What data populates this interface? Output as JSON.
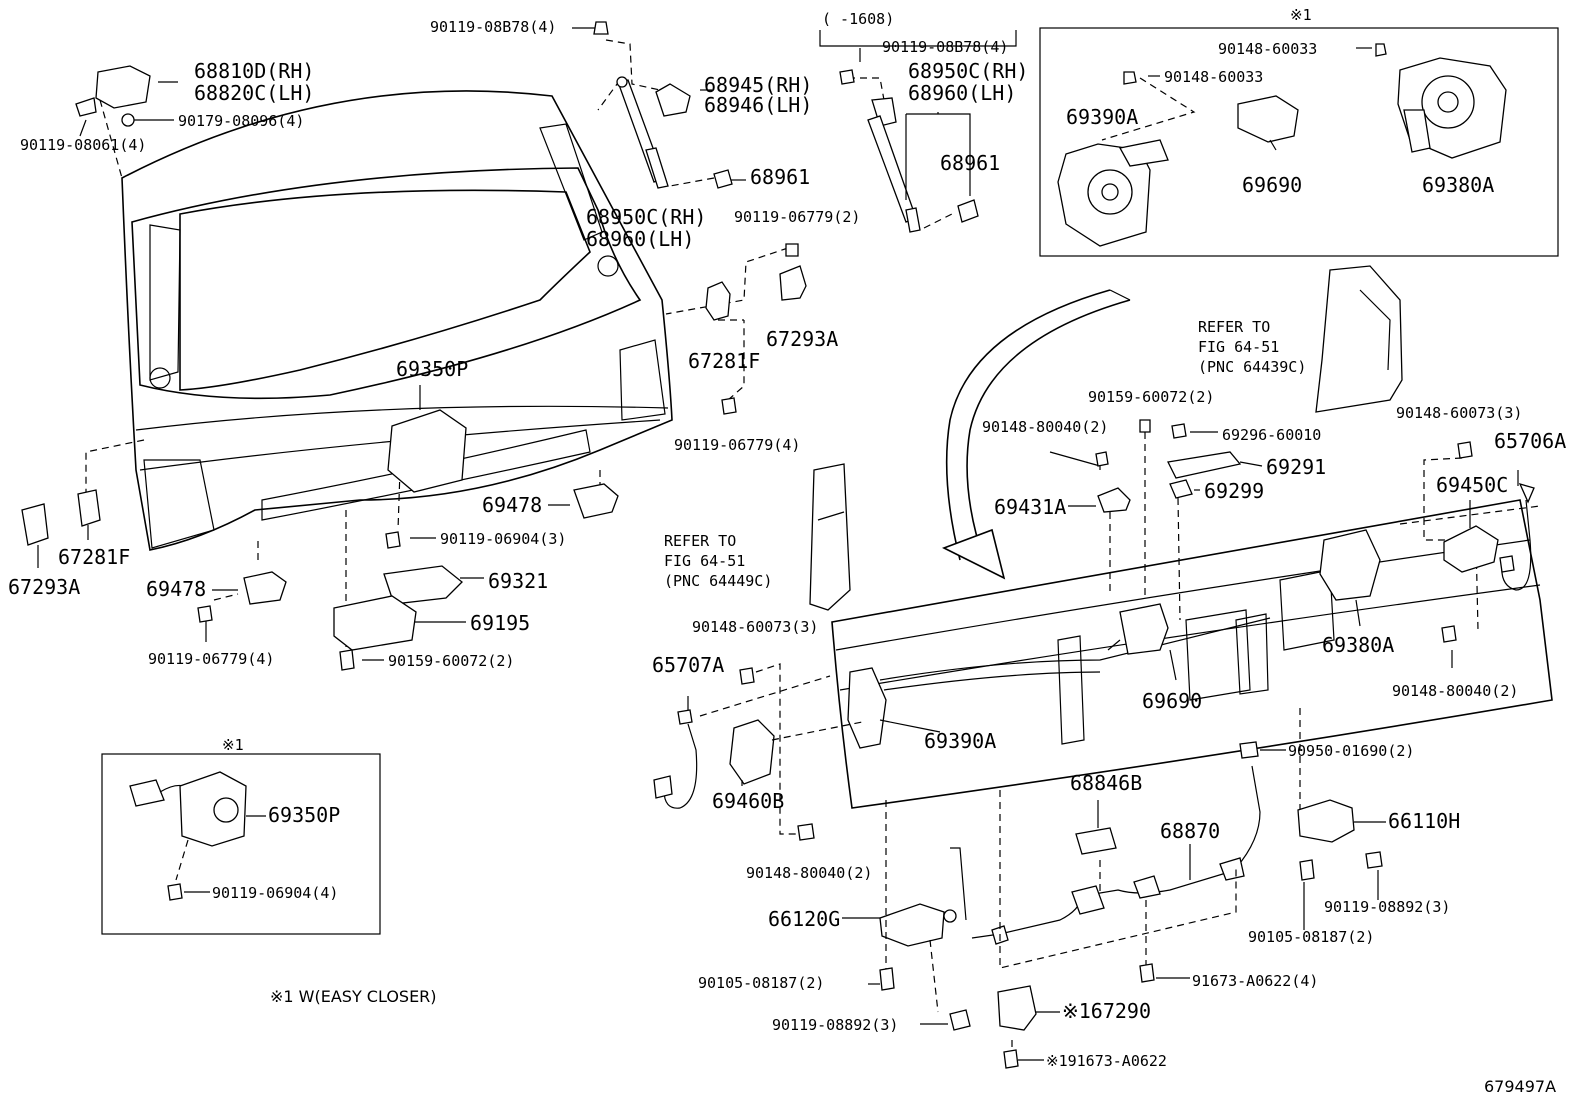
{
  "labels": {
    "p90119_08B78_top": "90119-08B78(4)",
    "p68810D": "68810D(RH)",
    "p68820C": "68820C(LH)",
    "p90179_08096": "90179-08096(4)",
    "p90119_08061": "90119-08061(4)",
    "p68945": "68945(RH)",
    "p68946": "68946(LH)",
    "p68961_a": "68961",
    "p68950C_a": "68950C(RH)",
    "p68960_a": "68960(LH)",
    "p90119_06779_2": "90119-06779(2)",
    "p67281F_a": "67281F",
    "p67293A_a": "67293A",
    "p90119_06779_4_a": "90119-06779(4)",
    "p69350P_a": "69350P",
    "p69478_a": "69478",
    "p90119_06904_3": "90119-06904(3)",
    "p67281F_b": "67281F",
    "p67293A_b": "67293A",
    "p69478_b": "69478",
    "p69321": "69321",
    "p69195": "69195",
    "p90119_06779_4_b": "90119-06779(4)",
    "p90159_60072_2_a": "90159-60072(2)",
    "p1608": "(      -1608)",
    "p90119_08B78_2": "90119-08B78(4)",
    "p68950C_b": "68950C(RH)",
    "p68960_b": "68960(LH)",
    "p68961_b": "68961",
    "p90159_60072_2_b": "90159-60072(2)",
    "p90148_80040_a": "90148-80040(2)",
    "p69296": "69296-60010",
    "p69291": "69291",
    "p69299": "69299",
    "p69431A": "69431A",
    "refer_r1": "REFER TO",
    "refer_r2": "FIG 64-51",
    "refer_r3": "(PNC 64439C)",
    "p90148_60073_a": "90148-60073(3)",
    "p65706A": "65706A",
    "p69450C": "69450C",
    "refer_l1": "REFER TO",
    "refer_l2": "FIG 64-51",
    "refer_l3": "(PNC 64449C)",
    "p90148_60073_b": "90148-60073(3)",
    "p65707A": "65707A",
    "p69380A_main": "69380A",
    "p69690_main": "69690",
    "p90148_80040_b": "90148-80040(2)",
    "p69390A_main": "69390A",
    "p69460B": "69460B",
    "p90148_80040_c": "90148-80040(2)",
    "p90950": "90950-01690(2)",
    "p68846B": "68846B",
    "p68870": "68870",
    "p66110H": "66110H",
    "p90119_08892_a": "90119-08892(3)",
    "p90105_08187_a": "90105-08187(2)",
    "p66120G": "66120G",
    "p90105_08187_b": "90105-08187(2)",
    "p91673_A0622_4": "91673-A0622(4)",
    "p90119_08892_b": "90119-08892(3)",
    "p67290": "※167290",
    "p91673_A0622": "※191673-A0622",
    "box1_mark": "※1",
    "box1_90148_a": "90148-60033",
    "box1_90148_b": "90148-60033",
    "box1_69390A": "69390A",
    "box1_69690": "69690",
    "box1_69380A": "69380A",
    "box2_mark": "※1",
    "box2_69350P": "69350P",
    "box2_90119": "90119-06904(4)",
    "footnote": "※1 W(EASY CLOSER)",
    "figure_id": "679497A"
  }
}
